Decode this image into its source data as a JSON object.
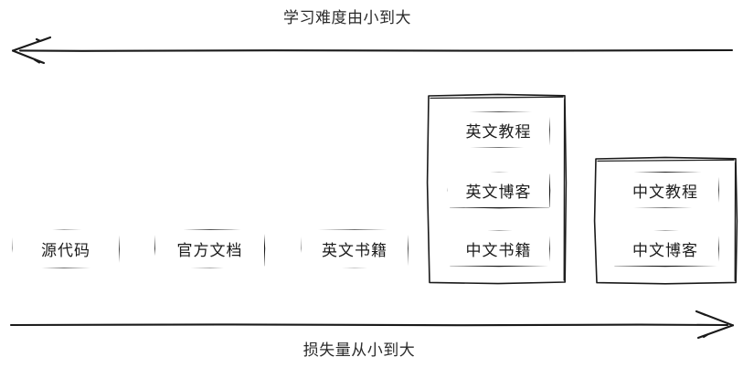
{
  "diagram": {
    "style": "hand-drawn-sketch",
    "background_color": "#ffffff",
    "stroke_color": "#1a1a1a",
    "axes": {
      "top": {
        "label": "学习难度由小到大",
        "direction": "left",
        "arrow_icon": "arrow-left-icon"
      },
      "bottom": {
        "label": "损失量从小到大",
        "direction": "right",
        "arrow_icon": "arrow-right-icon"
      }
    },
    "groups": [
      {
        "id": "group-1",
        "grouped": false,
        "items": [
          {
            "label": "源代码"
          }
        ]
      },
      {
        "id": "group-2",
        "grouped": false,
        "items": [
          {
            "label": "官方文档"
          }
        ]
      },
      {
        "id": "group-3",
        "grouped": false,
        "items": [
          {
            "label": "英文书籍"
          }
        ]
      },
      {
        "id": "group-4",
        "grouped": true,
        "items": [
          {
            "label": "英文教程"
          },
          {
            "label": "英文博客"
          },
          {
            "label": "中文书籍"
          }
        ]
      },
      {
        "id": "group-5",
        "grouped": true,
        "items": [
          {
            "label": "中文教程"
          },
          {
            "label": "中文博客"
          }
        ]
      }
    ]
  }
}
